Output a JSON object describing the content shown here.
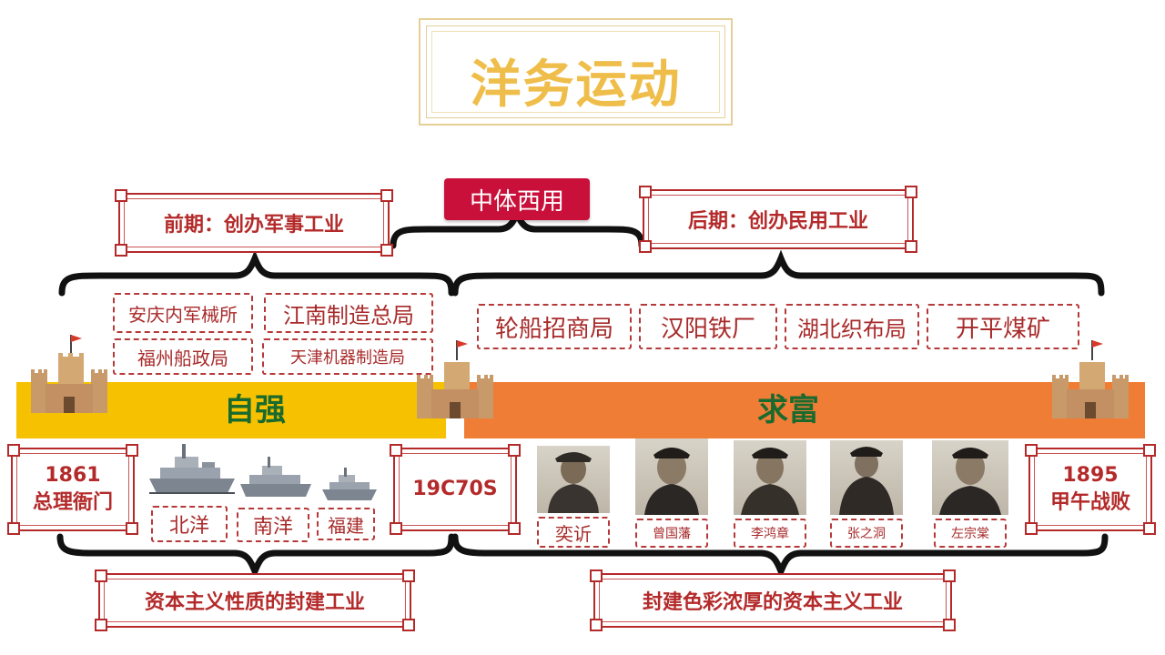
{
  "title": "洋务运动",
  "center_badge": "中体西用",
  "phases": {
    "early": "前期：创办军事工业",
    "late": "后期：创办民用工业"
  },
  "military_industries": [
    "安庆内军械所",
    "江南制造总局",
    "福州船政局",
    "天津机器制造局"
  ],
  "civil_industries": [
    "轮船招商局",
    "汉阳铁厂",
    "湖北织布局",
    "开平煤矿"
  ],
  "bars": {
    "left": "自强",
    "right": "求富"
  },
  "years": {
    "start": {
      "year": "1861",
      "event": "总理衙门"
    },
    "middle": "19C70S",
    "end": {
      "year": "1895",
      "event": "甲午战败"
    }
  },
  "fleets": [
    "北洋",
    "南洋",
    "福建"
  ],
  "figures": [
    "奕䜣",
    "曾国藩",
    "李鸿章",
    "张之洞",
    "左宗棠"
  ],
  "conclusions": {
    "left": "资本主义性质的封建工业",
    "right": "封建色彩浓厚的资本主义工业"
  },
  "colors": {
    "red": "#b42a2a",
    "gold": "#efbd4a",
    "yellow_bar": "#f5c100",
    "orange_bar": "#ef7d36",
    "green_text": "#1a6a2e",
    "badge": "#c9103a"
  }
}
